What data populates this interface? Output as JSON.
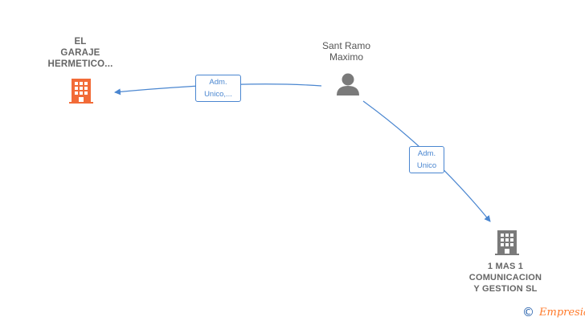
{
  "nodes": {
    "garaje": {
      "label_lines": [
        "EL",
        "GARAJE",
        "HERMETICO..."
      ],
      "icon": "building-icon",
      "color": "#f26b38"
    },
    "person": {
      "label_lines": [
        "Sant Ramo",
        "Maximo"
      ],
      "icon": "person-icon",
      "color": "#7a7a7a"
    },
    "comunicacion": {
      "label_lines": [
        "1 MAS 1",
        "COMUNICACION",
        "Y GESTION SL"
      ],
      "icon": "building-icon",
      "color": "#7a7a7a"
    }
  },
  "edges": [
    {
      "from": "person",
      "to": "garaje",
      "label_lines": [
        "Adm.",
        "Unico,..."
      ]
    },
    {
      "from": "person",
      "to": "comunicacion",
      "label_lines": [
        "Adm.",
        "Unico"
      ]
    }
  ],
  "colors": {
    "edge": "#4a86d0",
    "edge_label_border": "#4a86d0",
    "brand_e": "#ff7a2a",
    "brand_copyright": "#1e5aa8"
  },
  "brand": {
    "copyright_symbol": "©",
    "name": "Empresia"
  }
}
